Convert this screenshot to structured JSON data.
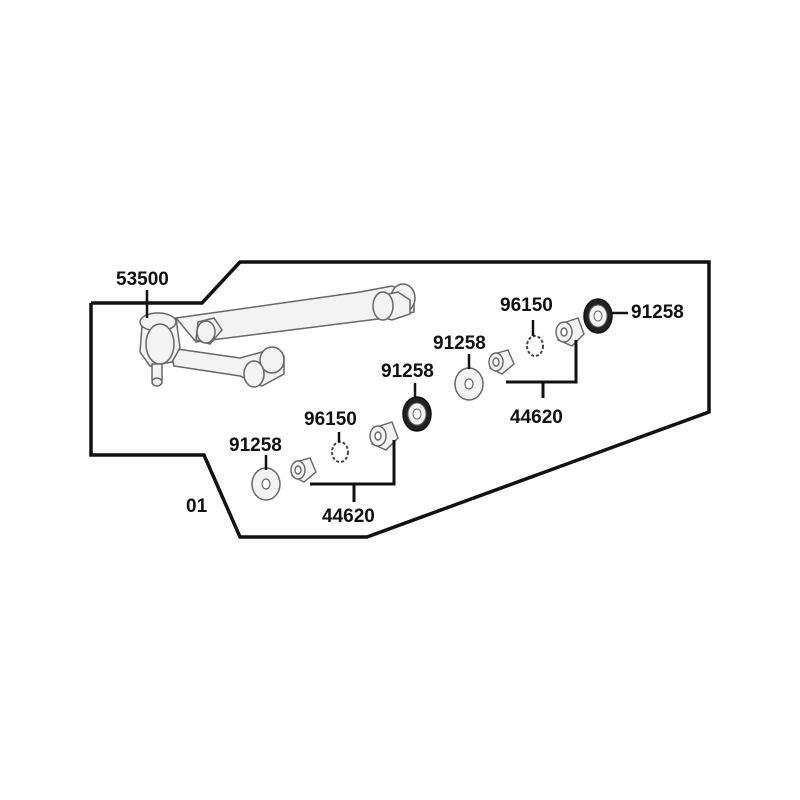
{
  "diagram": {
    "group_number": "01",
    "parts": {
      "steering_arm": "53500",
      "washer_left": "91258",
      "circlip_left": "96150",
      "bush_set_left": "44620",
      "seal_middle": "91258",
      "washer_right": "91258",
      "circlip_right": "96150",
      "bush_set_right": "44620",
      "seal_right": "91258"
    },
    "colors": {
      "line": "#111111",
      "part_fill": "#f2f2f2",
      "part_stroke": "#666666",
      "seal_dark": "#222222"
    }
  }
}
